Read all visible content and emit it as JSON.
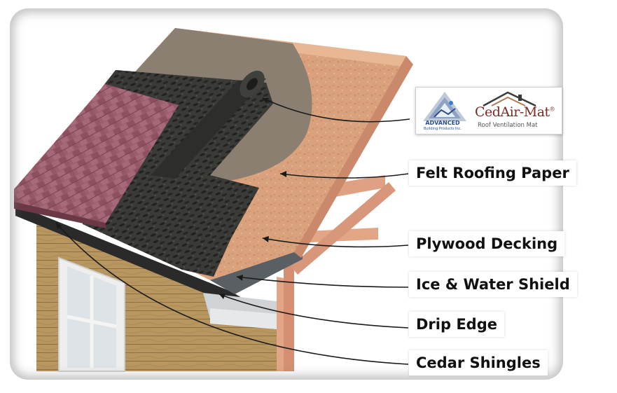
{
  "callouts": [
    {
      "id": "felt",
      "label": "Felt Roofing Paper"
    },
    {
      "id": "plywood",
      "label": "Plywood Decking"
    },
    {
      "id": "ice",
      "label": "Ice & Water Shield"
    },
    {
      "id": "drip",
      "label": "Drip Edge"
    },
    {
      "id": "cedar",
      "label": "Cedar Shingles"
    }
  ],
  "logos": {
    "advanced": {
      "name": "ADVANCED",
      "sub": "Building Products Inc."
    },
    "cedairmat": {
      "name": "CedAir-Mat",
      "sub": "Roof Ventilation Mat",
      "mark": "®"
    }
  },
  "colors": {
    "plywood": "#d9a27c",
    "felt": "#8b7f72",
    "mat": "#3b3b38",
    "shingles": "#9a5c6a",
    "siding": "#b8965f",
    "rafter": "#e2a585",
    "accent_blue": "#2d4d8a",
    "accent_brown": "#7a2a1e"
  }
}
